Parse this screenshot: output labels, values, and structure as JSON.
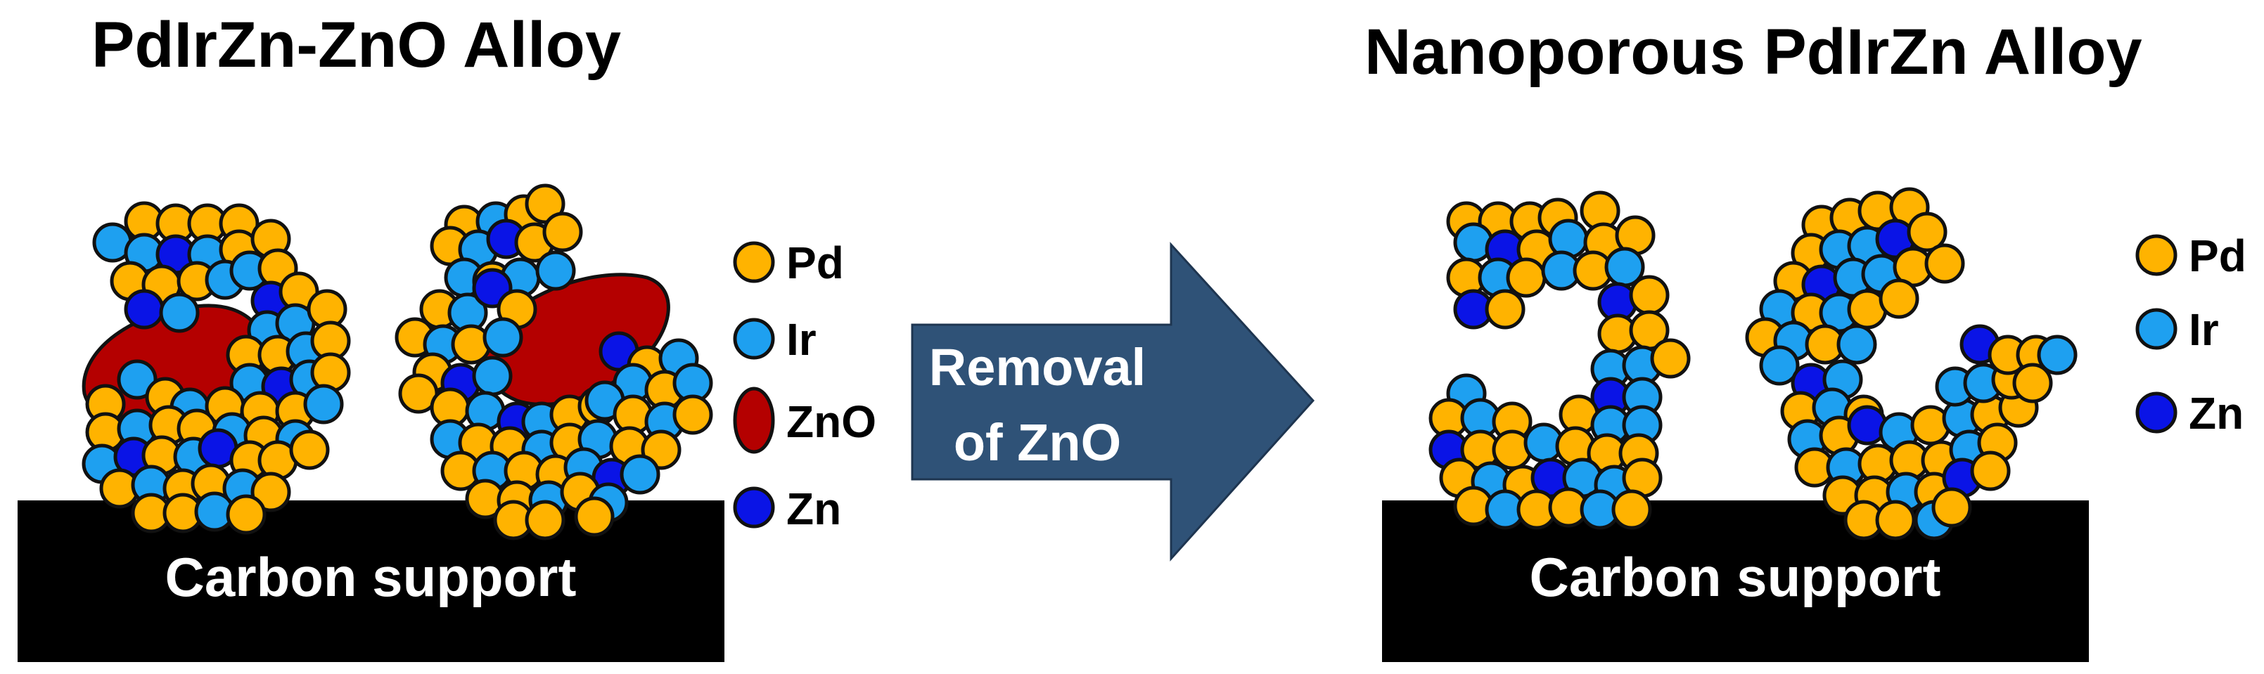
{
  "colors": {
    "pd": "#FFB300",
    "ir": "#1EA0F0",
    "zn": "#0A14E6",
    "zno": "#B40000",
    "support": "#000000",
    "arrow": "#2F5277",
    "arrow_text": "#FFFFFF"
  },
  "left_panel": {
    "title": "PdIrZn-ZnO Alloy",
    "support_label": "Carbon support",
    "legend": [
      {
        "key": "pd",
        "label": "Pd"
      },
      {
        "key": "ir",
        "label": "Ir"
      },
      {
        "key": "zno",
        "label": "ZnO"
      },
      {
        "key": "zn",
        "label": "Zn"
      }
    ]
  },
  "arrow": {
    "line1": "Removal",
    "line2": "of ZnO"
  },
  "right_panel": {
    "title": "Nanoporous PdIrZn Alloy",
    "support_label": "Carbon support",
    "legend": [
      {
        "key": "pd",
        "label": "Pd"
      },
      {
        "key": "ir",
        "label": "Ir"
      },
      {
        "key": "zn",
        "label": "Zn"
      }
    ]
  }
}
